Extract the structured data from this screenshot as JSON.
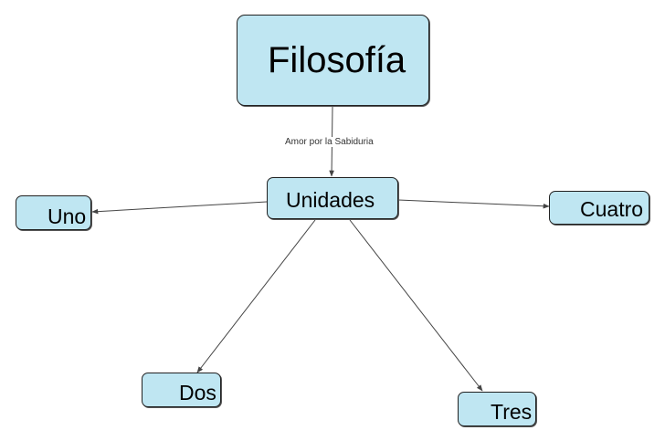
{
  "diagram": {
    "root": {
      "label": "Filosofía"
    },
    "hub": {
      "label": "Unidades"
    },
    "root_to_hub_label": "Amor por la Sabiduria",
    "children": [
      {
        "id": "uno",
        "label": "Uno"
      },
      {
        "id": "cuatro",
        "label": "Cuatro"
      },
      {
        "id": "dos",
        "label": "Dos"
      },
      {
        "id": "tres",
        "label": "Tres"
      }
    ],
    "colors": {
      "node_fill": "#bfe6f2",
      "node_border": "#222222",
      "edge": "#444444"
    }
  }
}
